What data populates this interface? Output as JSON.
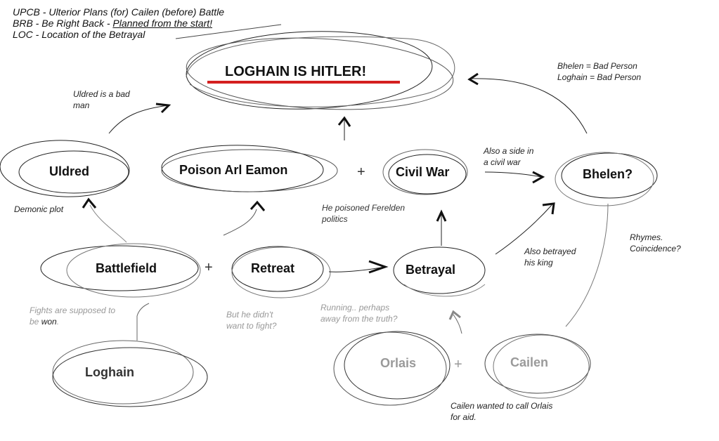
{
  "legend": {
    "line1": "UPCB - Ulterior Plans (for) Cailen (before) Battle",
    "line2_prefix": "BRB - Be Right Back - ",
    "line2_underlined": "Planned from the start!",
    "line3": "LOC - Location of the Betrayal"
  },
  "title": "LOGHAIN IS HITLER!",
  "colors": {
    "title_underline": "#d42020",
    "faded_text": "#999999",
    "ink": "#111111"
  },
  "nodes": {
    "uldred": "Uldred",
    "poison": "Poison Arl Eamon",
    "civil_war": "Civil War",
    "bhelen": "Bhelen?",
    "battlefield": "Battlefield",
    "retreat": "Retreat",
    "betrayal": "Betrayal",
    "loghain": "Loghain",
    "orlais": "Orlais",
    "cailen": "Cailen"
  },
  "notes": {
    "bad_person_1": "Bhelen = Bad Person",
    "bad_person_2": "Loghain = Bad Person",
    "uldred_bad_1": "Uldred is a bad",
    "uldred_bad_2": "man",
    "demonic": "Demonic plot",
    "side_civil_1": "Also a side in",
    "side_civil_2": "a civil war",
    "poisoned_1": "He poisoned Ferelden",
    "poisoned_2": "politics",
    "rhymes_1": "Rhymes.",
    "rhymes_2": "Coincidence?",
    "betrayed_king_1": "Also betrayed",
    "betrayed_king_2": "his king",
    "fights_1": "Fights are supposed to",
    "fights_2_prefix": "be ",
    "fights_2_emph": "won",
    "fights_2_suffix": ".",
    "didnt_fight_1": "But he didn't",
    "didnt_fight_2": "want to fight?",
    "running_1": "Running.. perhaps",
    "running_2": "away from the truth?",
    "cailen_aid_1": "Cailen wanted to call Orlais",
    "cailen_aid_2": "for aid."
  },
  "operators": {
    "plus": "+"
  }
}
